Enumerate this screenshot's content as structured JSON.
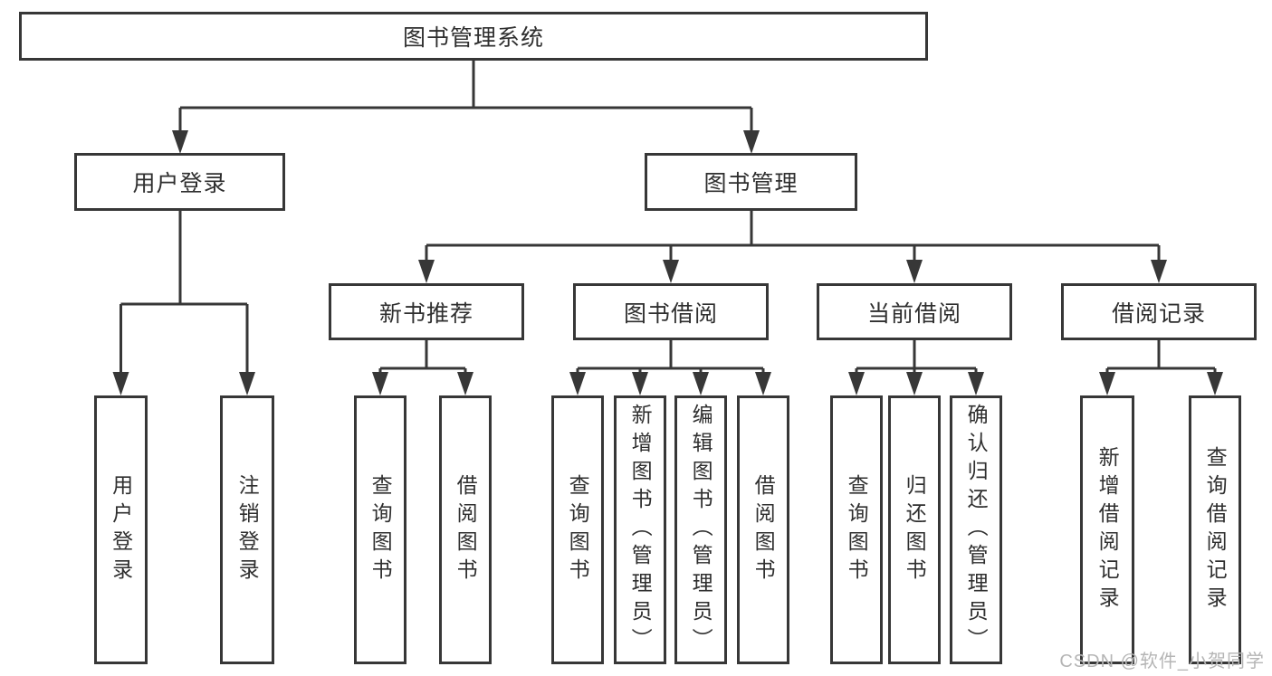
{
  "colors": {
    "line": "#373737",
    "box_border": "#373737",
    "text": "#2f2f2f",
    "watermark": "#b5b5b5",
    "background": "#ffffff"
  },
  "watermark": "CSDN @软件_小贺同学",
  "tree": {
    "label": "图书管理系统",
    "children": [
      {
        "label": "用户登录",
        "children": [
          {
            "label": "用户登录"
          },
          {
            "label": "注销登录"
          }
        ]
      },
      {
        "label": "图书管理",
        "children": [
          {
            "label": "新书推荐",
            "children": [
              {
                "label": "查询图书"
              },
              {
                "label": "借阅图书"
              }
            ]
          },
          {
            "label": "图书借阅",
            "children": [
              {
                "label": "查询图书"
              },
              {
                "label": "新增图书（管理员）"
              },
              {
                "label": "编辑图书（管理员）"
              },
              {
                "label": "借阅图书"
              }
            ]
          },
          {
            "label": "当前借阅",
            "children": [
              {
                "label": "查询图书"
              },
              {
                "label": "归还图书"
              },
              {
                "label": "确认归还（管理员）"
              }
            ]
          },
          {
            "label": "借阅记录",
            "children": [
              {
                "label": "新增借阅记录"
              },
              {
                "label": "查询借阅记录"
              }
            ]
          }
        ]
      }
    ]
  }
}
